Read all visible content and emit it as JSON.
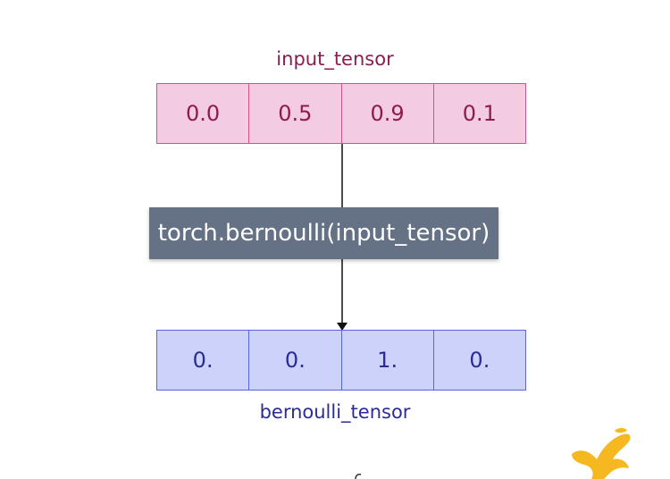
{
  "colors": {
    "input_fill": "#f4cce2",
    "input_border": "#d6508a",
    "input_text": "#8c1c50",
    "output_fill": "#ccd2fa",
    "output_border": "#5866e6",
    "output_text": "#2a2d96",
    "op_box_fill": "#657184",
    "arrow": "#111111",
    "logo": "#f5b820"
  },
  "input": {
    "label": "input_tensor",
    "values": [
      "0.0",
      "0.5",
      "0.9",
      "0.1"
    ]
  },
  "operation": {
    "label": "torch.bernoulli(input_tensor)"
  },
  "output": {
    "label": "bernoulli_tensor",
    "values": [
      "0.",
      "0.",
      "1.",
      "0."
    ]
  },
  "logo": {
    "icon": "bird-logo-icon"
  }
}
